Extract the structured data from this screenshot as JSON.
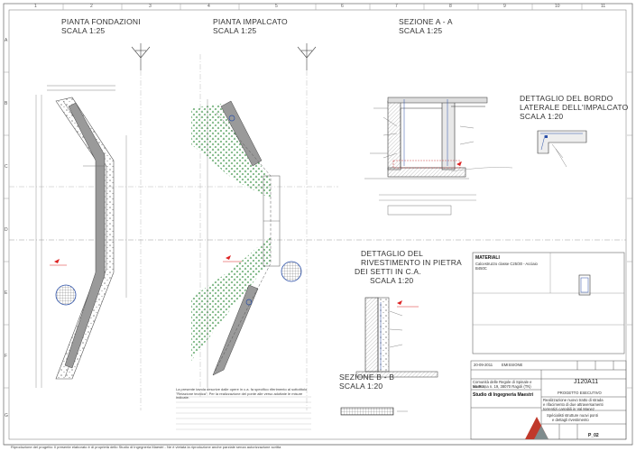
{
  "titles": {
    "fondazioni": "PIANTA FONDAZIONI",
    "fondazioni_scale": "SCALA 1:25",
    "impalcato": "PIANTA IMPALCATO",
    "impalcato_scale": "SCALA 1:25",
    "sezione_aa": "SEZIONE A - A",
    "sezione_aa_scale": "SCALA 1:25",
    "dettaglio_bordo_1": "DETTAGLIO DEL BORDO",
    "dettaglio_bordo_2": "LATERALE DELL'IMPALCATO",
    "dettaglio_bordo_scale": "SCALA 1:20",
    "dettaglio_riv_1": "DETTAGLIO DEL",
    "dettaglio_riv_2": "RIVESTIMENTO IN PIETRA",
    "dettaglio_riv_3": "DEI SETTI IN C.A.",
    "dettaglio_riv_scale": "SCALA 1:20",
    "sezione_bb": "SEZIONE B - B",
    "sezione_bb_scale": "SCALA 1:20"
  },
  "ruler_top": [
    "1",
    "2",
    "3",
    "4",
    "5",
    "6",
    "7",
    "8",
    "9",
    "10",
    "11"
  ],
  "ruler_side": [
    "A",
    "B",
    "C",
    "D",
    "E",
    "F",
    "G"
  ],
  "materials_heading": "MATERIALI",
  "materials_note": "Calcestruzzo classe C25/30 - Acciaio B450C",
  "title_block": {
    "code": "J120A11",
    "client_line1": "Comunità delle Regole di Spinale e Manez,",
    "client_line2": "via Roma n. 19, 38070 Ragoli (TN)",
    "studio": "Studio di Ingegneria Maestri",
    "project_line1": "Realizzazione nuovo tratto di strada",
    "project_line2": "e rifacimento di due attraversamenti",
    "project_line3": "torrentizi carrabili in Val Manez",
    "phase": "PROGETTO ESECUTIVO",
    "drawing_line1": "Spécialisti strutture nuovi ponti",
    "drawing_line2": "e dettagli rivestimento",
    "sheet": "P_02",
    "rev_date": "20-09-2011",
    "rev_label": "EMISSIONE"
  },
  "notes_text": "La presente tavola descrive dalle opere in c.a. fa specifico riferimento al sottotitolo \"Relazione tecnica\"; Per la realizzazione del ponte alle verso adottate le misure indicate.",
  "footer": "Riproduzione del progetto: Il presente elaborato è di proprietà dello Studio di Ingegneria Maestri - Ne è vietata la riproduzione anche parziale senza autorizzazione scritta"
}
